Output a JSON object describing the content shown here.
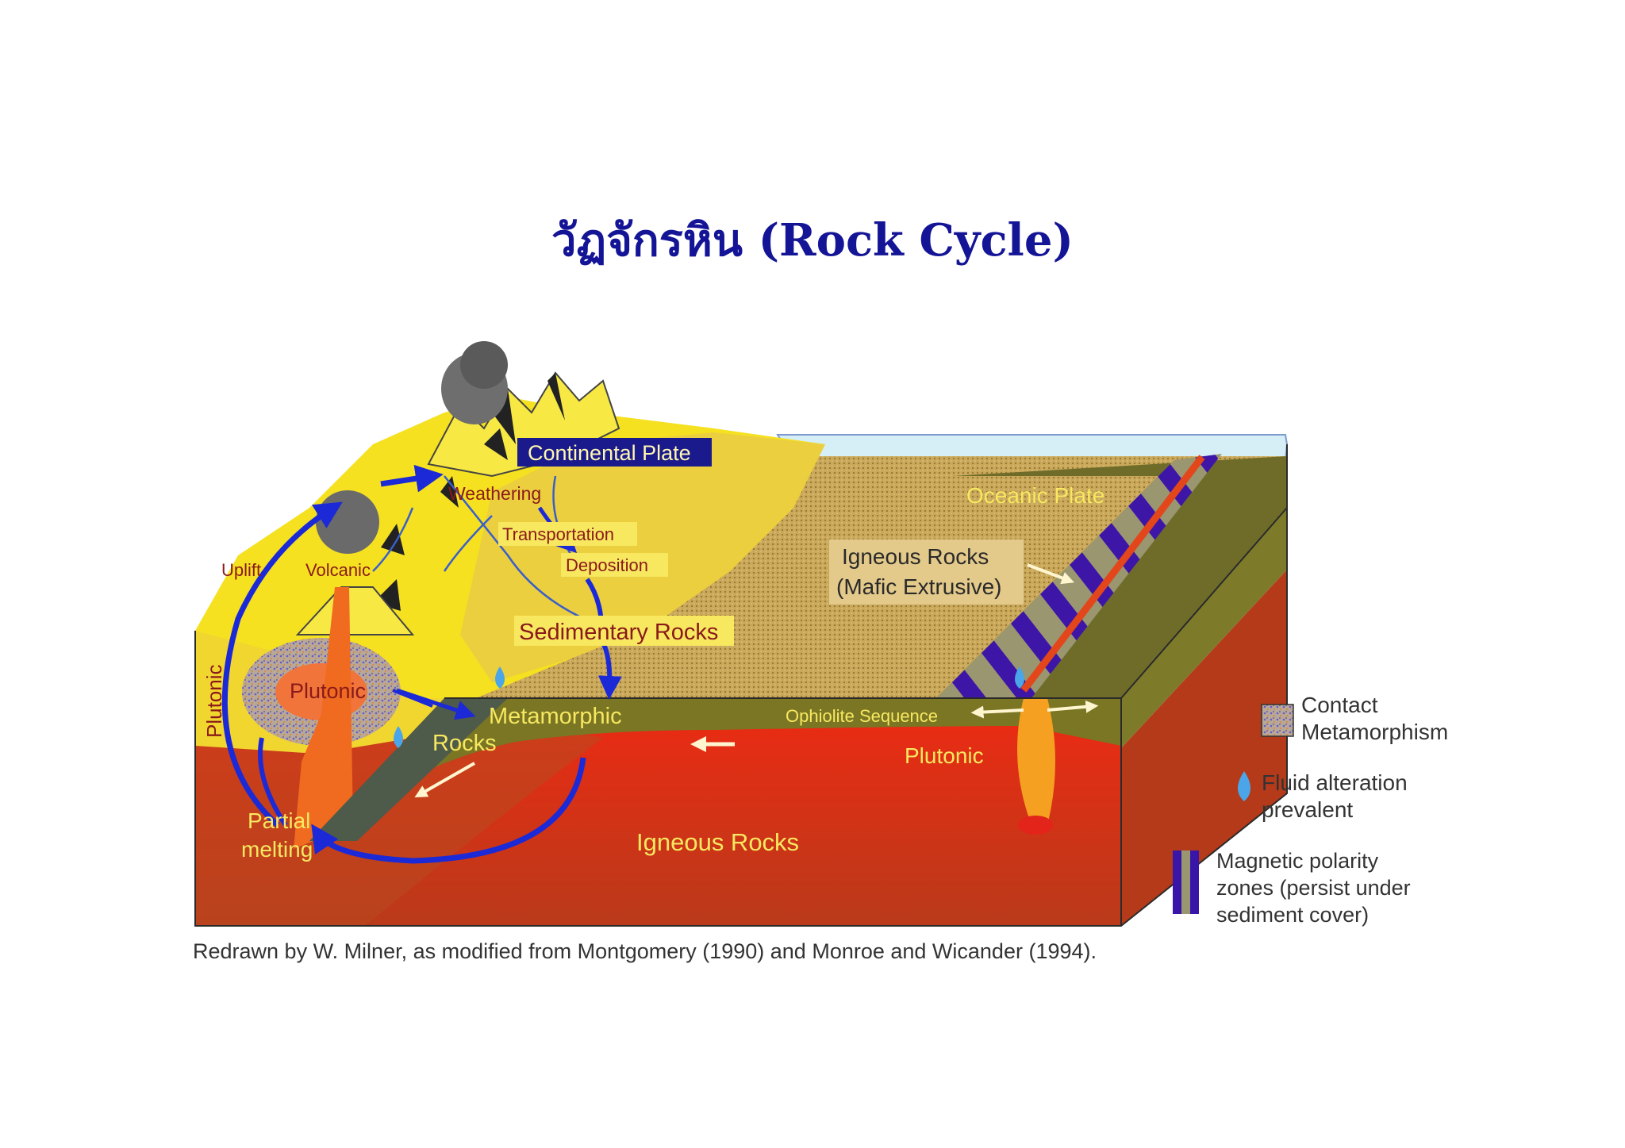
{
  "title": "วัฏจักรหิน (Rock Cycle)",
  "labels": {
    "continental_plate": "Continental Plate",
    "weathering": "Weathering",
    "transportation": "Transportation",
    "deposition": "Deposition",
    "uplift": "Uplift",
    "volcanic": "Volcanic",
    "sedimentary_rocks": "Sedimentary Rocks",
    "plutonic_side": "Plutonic",
    "plutonic_left": "Plutonic",
    "metamorphic": "Metamorphic",
    "rocks": "Rocks",
    "ophiolite_sequence": "Ophiolite Sequence",
    "plutonic_right": "Plutonic",
    "partial": "Partial",
    "melting": "melting",
    "igneous_rocks_bottom": "Igneous Rocks",
    "oceanic_plate": "Oceanic Plate",
    "igneous_rocks_mafic_1": "Igneous Rocks",
    "igneous_rocks_mafic_2": "(Mafic Extrusive)"
  },
  "legend": {
    "contact_1": "Contact",
    "contact_2": "Metamorphism",
    "fluid_1": "Fluid alteration",
    "fluid_2": "prevalent",
    "magnetic_1": "Magnetic polarity",
    "magnetic_2": "zones (persist under",
    "magnetic_3": "sediment cover)"
  },
  "credit": "Redrawn by W. Milner, as modified from Montgomery (1990) and Monroe and Wicander (1994)."
}
